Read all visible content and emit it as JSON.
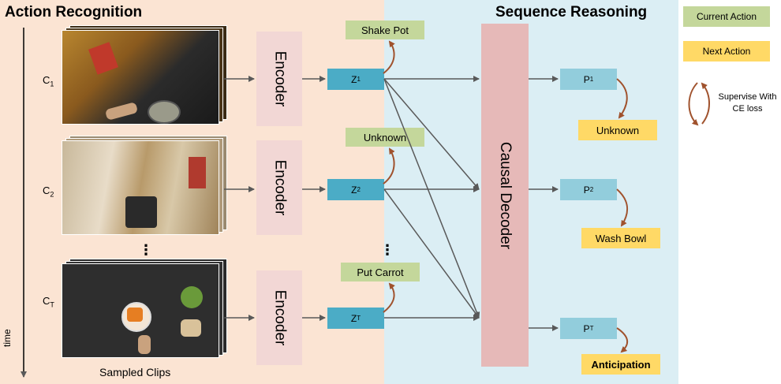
{
  "titles": {
    "left": "Action Recognition",
    "right": "Sequence Reasoning"
  },
  "time_label": "time",
  "clips": [
    {
      "label": "C",
      "sub": "1"
    },
    {
      "label": "C",
      "sub": "2"
    },
    {
      "label": "C",
      "sub": "T"
    }
  ],
  "encoder_label": "Encoder",
  "latents": [
    {
      "label": "Z",
      "sub": "1"
    },
    {
      "label": "Z",
      "sub": "2"
    },
    {
      "label": "Z",
      "sub": "T"
    }
  ],
  "current_actions": [
    "Shake Pot",
    "Unknown",
    "Put Carrot"
  ],
  "decoder_label": "Causal Decoder",
  "predictions": [
    {
      "label": "P",
      "sub": "1"
    },
    {
      "label": "P",
      "sub": "2"
    },
    {
      "label": "P",
      "sub": "T"
    }
  ],
  "next_actions": [
    "Unknown",
    "Wash Bowl",
    "Anticipation"
  ],
  "ellipsis": "⋮",
  "caption": "Sampled Clips",
  "legend": {
    "current": "Current Action",
    "next": "Next Action",
    "supervise": "Supervise With CE loss"
  },
  "colors": {
    "action_panel": "#fbe4d3",
    "reasoning_panel": "#dbeef4",
    "encoder": "#f2d7d5",
    "latent": "#4bacc6",
    "prediction": "#92cddc",
    "current_action": "#c4d79b",
    "next_action": "#ffd966",
    "decoder": "#e6b9b8",
    "arrow": "#595959",
    "supervise_arrow": "#a0522d"
  }
}
